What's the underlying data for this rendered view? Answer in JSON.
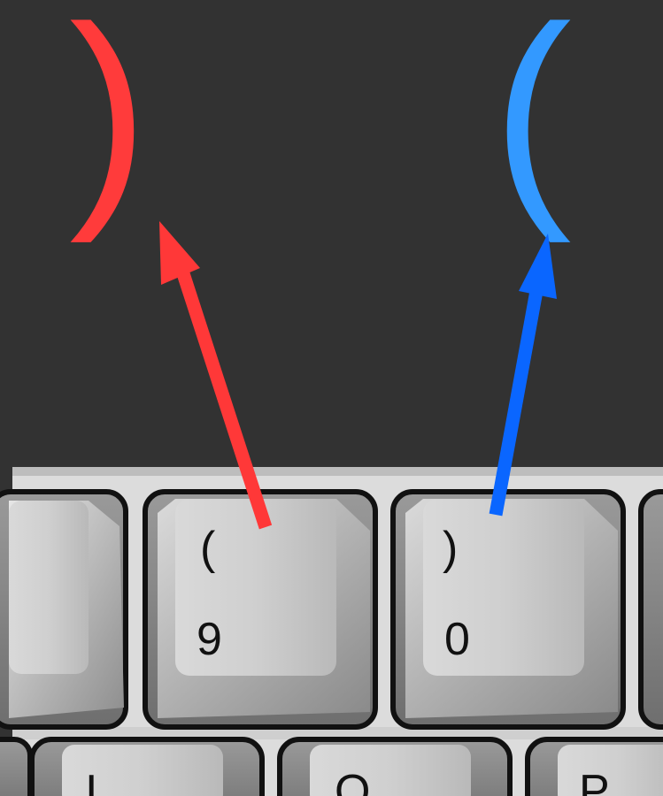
{
  "brackets": {
    "red": {
      "glyph": ")",
      "color": "#ff3b3b"
    },
    "blue": {
      "glyph": "(",
      "color": "#3399ff"
    }
  },
  "arrows": {
    "red_color": "#ff3838",
    "blue_color": "#0a66ff"
  },
  "keys": {
    "nine": {
      "shift": "(",
      "base": "9"
    },
    "zero": {
      "shift": ")",
      "base": "0"
    }
  },
  "bottom_row": {
    "left_label": "I",
    "middle_label": "O",
    "right_label": "P"
  },
  "colors": {
    "background": "#323232",
    "keyboard_base": "#d8d8d8",
    "key_outline": "#111111",
    "key_face": "#c8c8c8"
  }
}
